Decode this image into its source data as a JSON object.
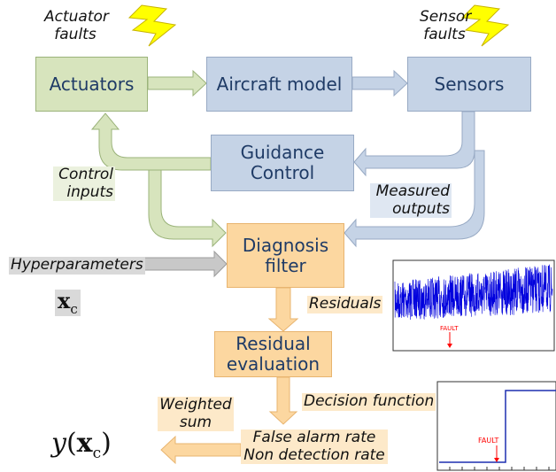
{
  "blocks": {
    "actuators": "Actuators",
    "aircraft_model": "Aircraft model",
    "sensors": "Sensors",
    "guidance_line1": "Guidance",
    "guidance_line2": "Control",
    "diagnosis_line1": "Diagnosis",
    "diagnosis_line2": "filter",
    "residual_eval_line1": "Residual",
    "residual_eval_line2": "evaluation"
  },
  "labels": {
    "actuator_faults_line1": "Actuator",
    "actuator_faults_line2": "faults",
    "sensor_faults_line1": "Sensor",
    "sensor_faults_line2": "faults",
    "control_inputs_line1": "Control",
    "control_inputs_line2": "inputs",
    "measured_outputs_line1": "Measured",
    "measured_outputs_line2": "outputs",
    "hyperparameters": "Hyperparameters",
    "xc_main": "x",
    "xc_sub": "c",
    "residuals": "Residuals",
    "decision_function": "Decision function",
    "weighted_line1": "Weighted",
    "weighted_line2": "sum",
    "false_alarm": "False alarm rate",
    "non_detection": "Non detection rate",
    "y_func": "y",
    "y_open": "(",
    "y_x": "x",
    "y_sub": "c",
    "y_close": ")"
  },
  "plots": {
    "residuals_fault_label": "FAULT",
    "decision_fault_label": "FAULT"
  },
  "colors": {
    "green_box": "#d7e4bd",
    "blue_box": "#c5d3e6",
    "orange_box": "#fcd7a0",
    "lightning": "#ffff00",
    "residual_signal": "#0000dd",
    "fault_marker": "#ff0000"
  }
}
